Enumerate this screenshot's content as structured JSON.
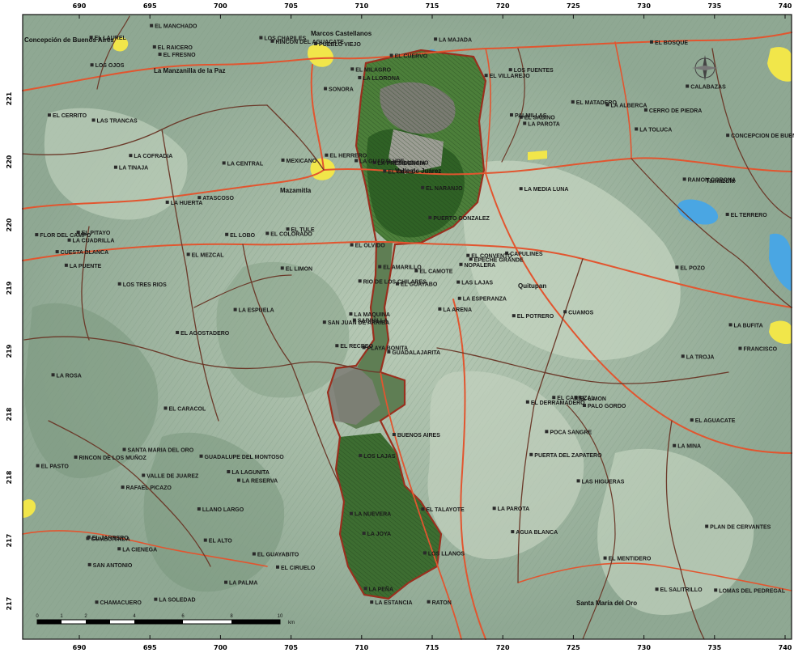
{
  "map": {
    "x_ticks": [
      "690",
      "695",
      "700",
      "705",
      "710",
      "715",
      "720",
      "725",
      "730",
      "735",
      "740"
    ],
    "y_ticks": [
      "221",
      "220",
      "220",
      "219",
      "219",
      "218",
      "218",
      "217",
      "217"
    ],
    "colors": {
      "terrain": "#9fb7a2",
      "terrain_light": "#c7d6c6",
      "reserve": "#3b6b30",
      "reserve_light": "#6f9a5c",
      "reserve_rock": "#8c8d86",
      "road_main": "#e2552f",
      "road_secondary": "#6b3a2a",
      "boundary": "#9a2f1e",
      "urban": "#f1e64a",
      "water": "#4aa6e3"
    },
    "towns": [
      {
        "name": "Concepción de Buenos Aires"
      },
      {
        "name": "La Manzanilla de la Paz"
      },
      {
        "name": "Marcos Castellanos"
      },
      {
        "name": "Valle de Juárez"
      },
      {
        "name": "Mazamitla"
      },
      {
        "name": "Quitupan"
      },
      {
        "name": "Santa María del Oro"
      },
      {
        "name": "Tamazula"
      }
    ],
    "places": [
      "GUADALAJARITA",
      "LA TINAJA",
      "SABINILLA",
      "EL JARRERO",
      "NOPALERA",
      "LA RESERVA",
      "LOS FUENTES",
      "ABADIANO",
      "EL SABINO",
      "LA ARENA",
      "EL FRESNO",
      "LOMAS DEL PEDREGAL",
      "LOS TRES RIOS",
      "CONCEPCION DE BUENOS AIRES",
      "EL RECREO",
      "LA MEDIA LUNA",
      "LA SOLEDAD",
      "LA GUADALUPE",
      "PUERTO GONZALEZ",
      "VALLE DE JUAREZ",
      "EL TULE",
      "SAN ANTONIO",
      "EL ALTO",
      "LA PRESIDENCIA",
      "EPECHE GRANDE",
      "PALO GORDO",
      "LA COFRADIA",
      "LA LLORONA",
      "LA PUENTE",
      "EL DERRAMADERO",
      "EL TERRERO",
      "LA MAQUINA",
      "LA NUEVERA",
      "RIO DE LOS CHILARES",
      "LA CENTRAL",
      "EL MATADERO",
      "LA LAGUNITA",
      "EL SALITRILLO",
      "PLAN DE CERVANTES",
      "EL LIMON",
      "LA MAJADA",
      "EL COLORADO",
      "EL MEZCAL",
      "PUERTA DEL ZAPATERO",
      "LA PALMA",
      "FLOR DEL CAMPO",
      "LAS LAJAS",
      "CHAMACUERO",
      "LA JOYA",
      "LA ESPERANZA",
      "RAFAEL PICAZO",
      "RAMON CORONA",
      "EL CERRITO",
      "POCA SANGRE",
      "AGUA BLANCA",
      "LLANO LARGO",
      "EL RAICERO",
      "EL LAUREL",
      "EL TALAYOTE",
      "CERRO DE PIEDRA",
      "EL CUERVO",
      "LA ESPUELA",
      "EL PITAYO",
      "ATASCOSO",
      "LA ALBERCA",
      "EL MANCHADO",
      "EL VILLAREJO",
      "SONORA",
      "EL AMARILLO",
      "EL PASTO",
      "LOS LAJAS",
      "EL CIRUELO",
      "EL CARRIZAL",
      "EL LOBO",
      "CUMBURINDA",
      "LOS OJOS",
      "LA HUERTA",
      "LA ROSA",
      "EL OLVIDO",
      "LOS LLANOS",
      "EL CAMOTE",
      "LA CIENEGA",
      "EL POTRERO",
      "EL AGUACATE",
      "LA PEÑA",
      "EL POZO",
      "BUENOS AIRES",
      "EL MENTIDERO",
      "RATON",
      "LA PAROTA",
      "EL MILAGRO",
      "FRANCISCO",
      "CAPULINES",
      "LAS HIGUERAS",
      "EL GUAYABO",
      "LA MINA",
      "LA CUADRILLA",
      "LA ESTANCIA",
      "PALMILLAS",
      "LA PAROTA",
      "EL AGOSTADERO",
      "LOS CHAPILES",
      "LA BUFITA",
      "CUESTA BLANCA",
      "EL CARACOL",
      "GUADALUPE DEL MONTOSO",
      "EL GUAYABITO",
      "EL CONVENTO",
      "LA TOLUCA",
      "EL LIMON",
      "LA TROJA",
      "LAS TRANCAS",
      "EL TIGRE",
      "SAN JUAN DE ARRIBA",
      "RINCON DEL AGUACATE",
      "RINCON DE LOS MUÑOZ",
      "PLAYA BONITA",
      "CALABAZAS",
      "EL HERRERO",
      "PUEBLO VIEJO",
      "SANTA MARIA DEL ORO",
      "EL BOSQUE",
      "EL NARANJO",
      "MEXICANO",
      "CUAMOS"
    ],
    "scale_bar": {
      "labels": [
        "0",
        "1",
        "2",
        "4",
        "6",
        "8",
        "10"
      ],
      "unit": "km"
    }
  }
}
